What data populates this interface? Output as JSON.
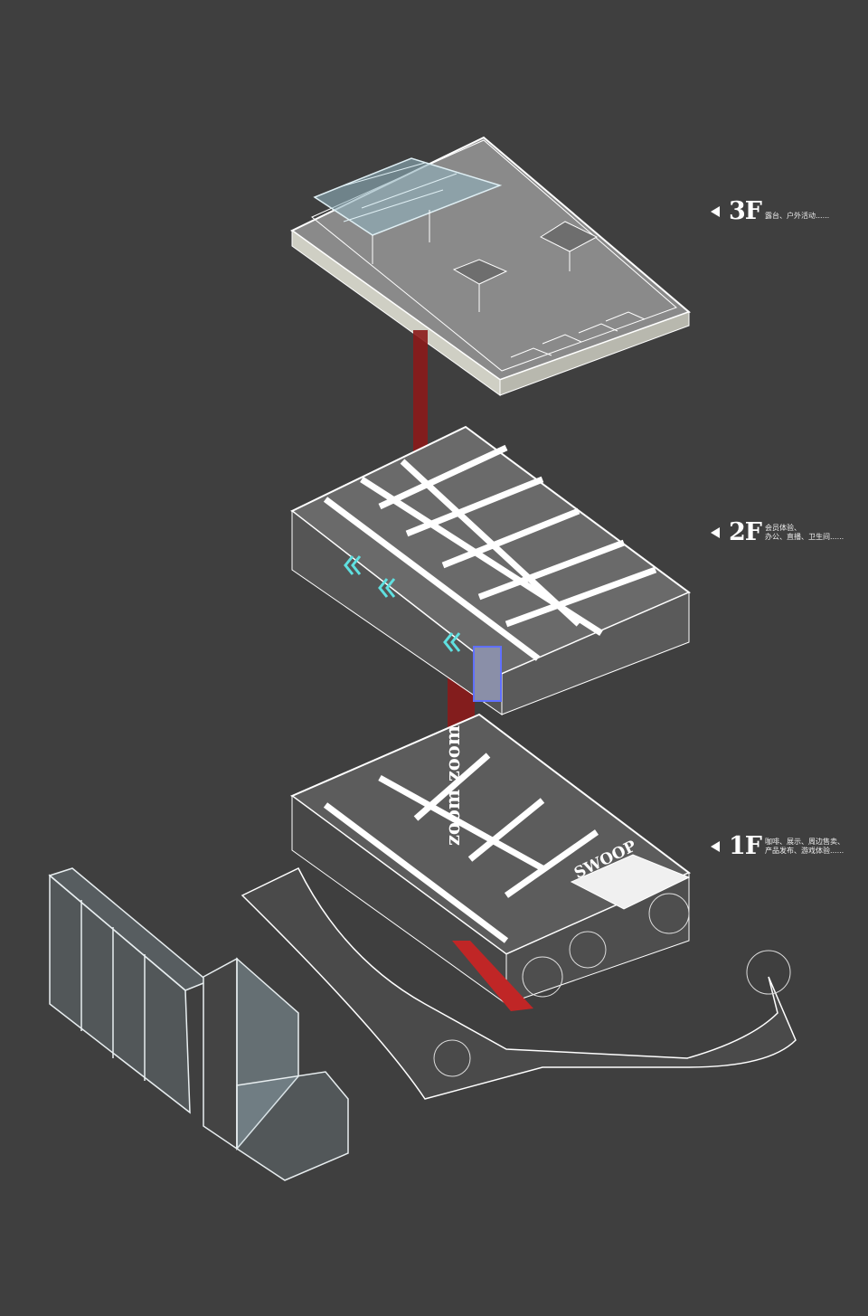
{
  "floors": [
    {
      "level": "3F",
      "description_lines": [
        "露台、户外活动......"
      ]
    },
    {
      "level": "2F",
      "description_lines": [
        "会员体验、",
        "办公、直播、卫生间......"
      ]
    },
    {
      "level": "1F",
      "description_lines": [
        "咖啡、展示、周边售卖、",
        "产品发布、游戏体验......"
      ]
    }
  ],
  "signage": {
    "shaft_text": "zoom-zoom",
    "roof_sign": "SWOOP"
  },
  "colors": {
    "background": "#3f3f3f",
    "shaft": "#8b1a1a",
    "lines": "#ffffff",
    "glass": "#9fb8c4",
    "accent_cyan": "#5fe0e0"
  }
}
